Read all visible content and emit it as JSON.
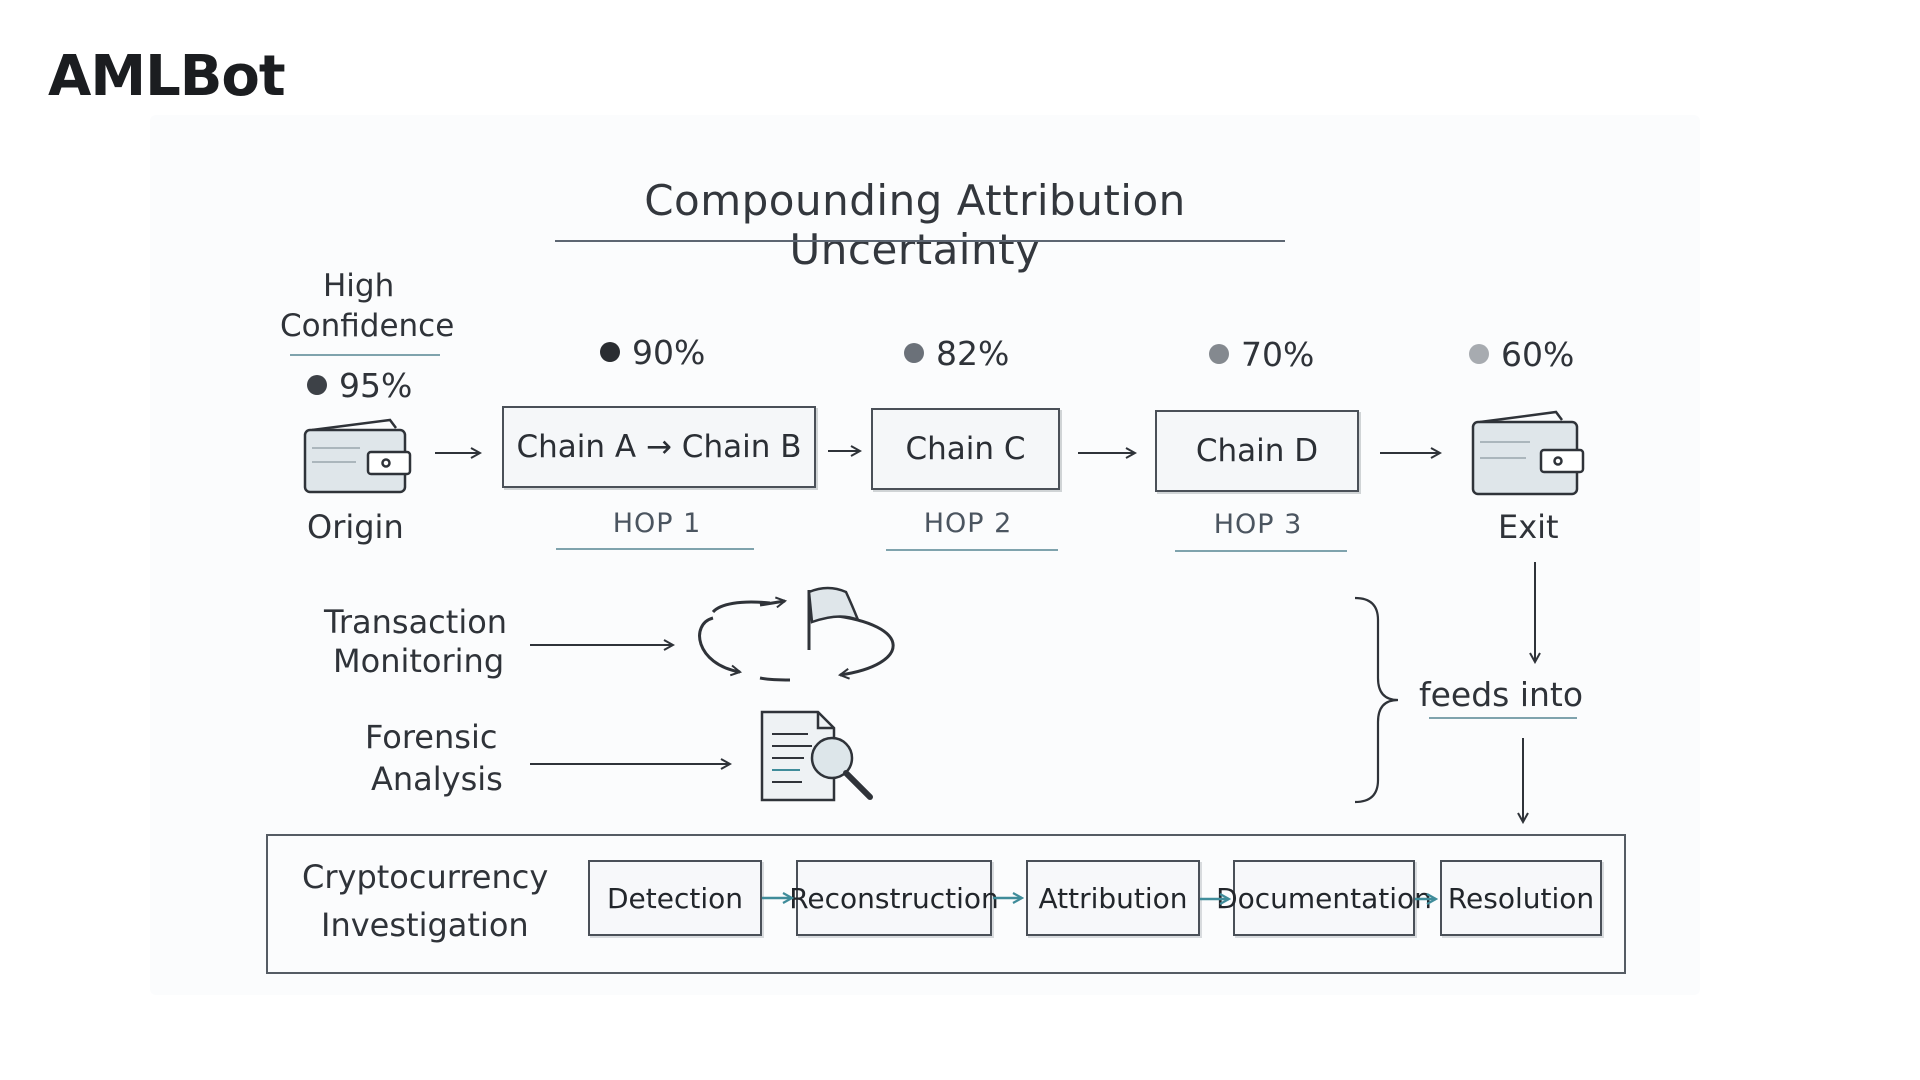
{
  "brand": {
    "logo": "AMLBot"
  },
  "diagram": {
    "title": "Compounding Attribution Uncertainty",
    "confidence_label_line1": "High",
    "confidence_label_line2": "Confidence",
    "nodes": [
      {
        "id": "origin",
        "label": "Origin",
        "confidence": "95%",
        "dot_color": "#3d4147",
        "icon": "wallet-icon"
      },
      {
        "id": "hop1",
        "label": "Chain A → Chain B",
        "hop": "HOP 1",
        "confidence": "90%",
        "dot_color": "#2a2d31"
      },
      {
        "id": "hop2",
        "label": "Chain C",
        "hop": "HOP 2",
        "confidence": "82%",
        "dot_color": "#6b7179"
      },
      {
        "id": "hop3",
        "label": "Chain D",
        "hop": "HOP 3",
        "confidence": "70%",
        "dot_color": "#84898f"
      },
      {
        "id": "exit",
        "label": "Exit",
        "confidence": "60%",
        "dot_color": "#a7abb0",
        "icon": "wallet-icon"
      }
    ],
    "inputs": [
      {
        "line1": "Transaction",
        "line2": "Monitoring",
        "icon": "flag-cycle-icon"
      },
      {
        "line1": "Forensic",
        "line2": "Analysis",
        "icon": "document-search-icon"
      }
    ],
    "feeds_label": "feeds into",
    "investigation": {
      "line1": "Cryptocurrency",
      "line2": "Investigation",
      "steps": [
        "Detection",
        "Reconstruction",
        "Attribution",
        "Documentation",
        "Resolution"
      ]
    },
    "colors": {
      "accent": "#3f8c9a",
      "ink": "#2f3339"
    }
  }
}
